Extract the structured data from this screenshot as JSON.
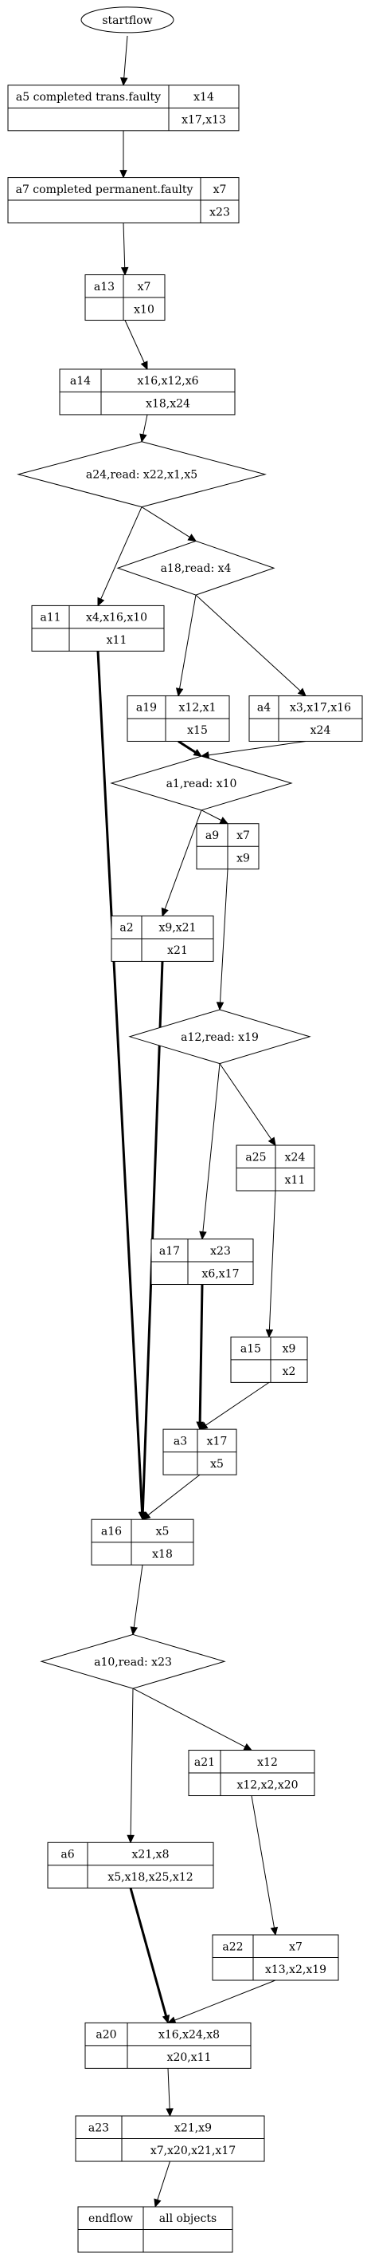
{
  "start": {
    "label": "startflow"
  },
  "tables": [
    {
      "id": "a5",
      "name": "a5  completed trans.faulty",
      "top": "x14",
      "bottom": "x17,x13"
    },
    {
      "id": "a7",
      "name": "a7  completed permanent.faulty",
      "top": "x7",
      "bottom": "x23"
    },
    {
      "id": "a13",
      "name": "a13",
      "top": "x7",
      "bottom": "x10"
    },
    {
      "id": "a14",
      "name": "a14",
      "top": "x16,x12,x6",
      "bottom": "x18,x24"
    },
    {
      "id": "a11",
      "name": "a11",
      "top": "x4,x16,x10",
      "bottom": "x11"
    },
    {
      "id": "a19",
      "name": "a19",
      "top": "x12,x1",
      "bottom": "x15"
    },
    {
      "id": "a4",
      "name": "a4",
      "top": "x3,x17,x16",
      "bottom": "x24"
    },
    {
      "id": "a9",
      "name": "a9",
      "top": "x7",
      "bottom": "x9"
    },
    {
      "id": "a2",
      "name": "a2",
      "top": "x9,x21",
      "bottom": "x21"
    },
    {
      "id": "a25",
      "name": "a25",
      "top": "x24",
      "bottom": "x11"
    },
    {
      "id": "a17",
      "name": "a17",
      "top": "x23",
      "bottom": "x6,x17"
    },
    {
      "id": "a15",
      "name": "a15",
      "top": "x9",
      "bottom": "x2"
    },
    {
      "id": "a3",
      "name": "a3",
      "top": "x17",
      "bottom": "x5"
    },
    {
      "id": "a16",
      "name": "a16",
      "top": "x5",
      "bottom": "x18"
    },
    {
      "id": "a21",
      "name": "a21",
      "top": "x12",
      "bottom": "x12,x2,x20"
    },
    {
      "id": "a6",
      "name": "a6",
      "top": "x21,x8",
      "bottom": "x5,x18,x25,x12"
    },
    {
      "id": "a22",
      "name": "a22",
      "top": "x7",
      "bottom": "x13,x2,x19"
    },
    {
      "id": "a20",
      "name": "a20",
      "top": "x16,x24,x8",
      "bottom": "x20,x11"
    },
    {
      "id": "a23",
      "name": "a23",
      "top": "x21,x9",
      "bottom": "x7,x20,x21,x17"
    },
    {
      "id": "endflow",
      "name": "endflow",
      "top": "all objects",
      "bottom": ""
    }
  ],
  "decisions": [
    {
      "id": "a24",
      "label": "a24,read: x22,x1,x5"
    },
    {
      "id": "a18",
      "label": "a18,read: x4"
    },
    {
      "id": "a1",
      "label": "a1,read: x10"
    },
    {
      "id": "a12",
      "label": "a12,read: x19"
    },
    {
      "id": "a10",
      "label": "a10,read: x23"
    }
  ],
  "edges": [
    {
      "from": "start",
      "to": "a5",
      "bold": false
    },
    {
      "from": "a5",
      "to": "a7",
      "bold": false
    },
    {
      "from": "a7",
      "to": "a13",
      "bold": false
    },
    {
      "from": "a13",
      "to": "a14",
      "bold": false
    },
    {
      "from": "a14",
      "to": "a24",
      "bold": false
    },
    {
      "from": "a24",
      "to": "a11",
      "bold": false
    },
    {
      "from": "a24",
      "to": "a18",
      "bold": false
    },
    {
      "from": "a18",
      "to": "a19",
      "bold": false
    },
    {
      "from": "a18",
      "to": "a4",
      "bold": false
    },
    {
      "from": "a19",
      "to": "a1",
      "bold": true
    },
    {
      "from": "a4",
      "to": "a1",
      "bold": false
    },
    {
      "from": "a1",
      "to": "a2",
      "bold": false
    },
    {
      "from": "a1",
      "to": "a9",
      "bold": false
    },
    {
      "from": "a9",
      "to": "a12",
      "bold": false
    },
    {
      "from": "a12",
      "to": "a17",
      "bold": false
    },
    {
      "from": "a12",
      "to": "a25",
      "bold": false
    },
    {
      "from": "a25",
      "to": "a15",
      "bold": false
    },
    {
      "from": "a17",
      "to": "a3",
      "bold": true
    },
    {
      "from": "a15",
      "to": "a3",
      "bold": false
    },
    {
      "from": "a11",
      "to": "a16",
      "bold": true
    },
    {
      "from": "a2",
      "to": "a16",
      "bold": true
    },
    {
      "from": "a3",
      "to": "a16",
      "bold": false
    },
    {
      "from": "a16",
      "to": "a10",
      "bold": false
    },
    {
      "from": "a10",
      "to": "a6",
      "bold": false
    },
    {
      "from": "a10",
      "to": "a21",
      "bold": false
    },
    {
      "from": "a21",
      "to": "a22",
      "bold": false
    },
    {
      "from": "a6",
      "to": "a20",
      "bold": true
    },
    {
      "from": "a22",
      "to": "a20",
      "bold": false
    },
    {
      "from": "a20",
      "to": "a23",
      "bold": false
    },
    {
      "from": "a23",
      "to": "endflow",
      "bold": false
    }
  ]
}
